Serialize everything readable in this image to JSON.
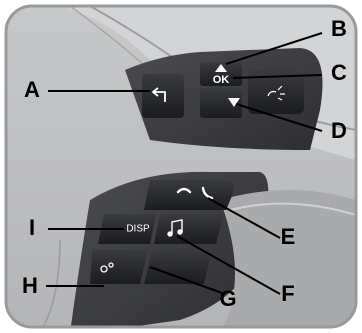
{
  "callouts": [
    {
      "letter": "A",
      "target": "back-button"
    },
    {
      "letter": "B",
      "target": "up-arrow-button"
    },
    {
      "letter": "C",
      "target": "ok-button"
    },
    {
      "letter": "D",
      "target": "down-arrow-button"
    },
    {
      "letter": "E",
      "target": "phone-buttons"
    },
    {
      "letter": "F",
      "target": "media-button"
    },
    {
      "letter": "G",
      "target": "blank-button"
    },
    {
      "letter": "H",
      "target": "settings-button"
    },
    {
      "letter": "I",
      "target": "disp-button"
    }
  ],
  "buttons": {
    "ok_label": "OK",
    "disp_label": "DISP"
  },
  "icons": {
    "back": "back-arrow-icon",
    "up": "up-triangle-icon",
    "down": "down-triangle-icon",
    "voice": "voice-command-icon",
    "hang_up": "hang-up-phone-icon",
    "pick_up": "pick-up-phone-icon",
    "media": "music-note-icon",
    "settings": "gears-icon"
  },
  "colors": {
    "frame_border": "#9a9a9a",
    "panel": "#3c3d40",
    "buttons": "#242527",
    "leader_lines": "#000000"
  }
}
